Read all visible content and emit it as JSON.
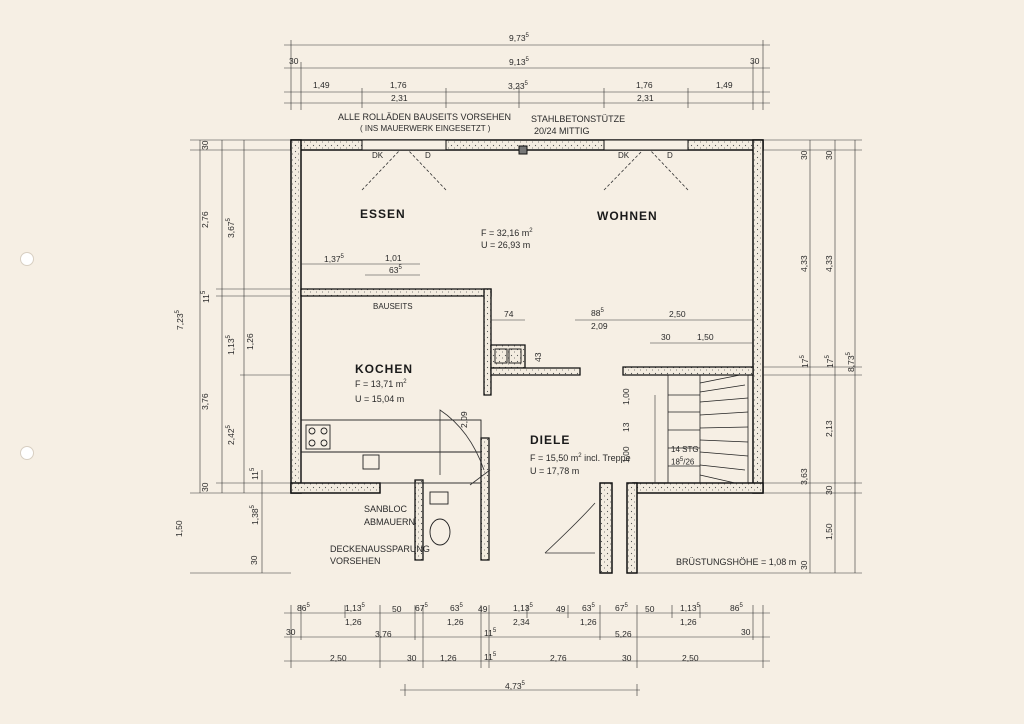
{
  "plan": {
    "rooms": {
      "essen": "ESSEN",
      "wohnen": "WOHNEN",
      "kochen": "KOCHEN",
      "diele": "DIELE"
    },
    "areas": {
      "wohnen_f": "F = 32,16 m",
      "wohnen_u": "U = 26,93 m",
      "kochen_f": "F = 13,71 m",
      "kochen_u": "U = 15,04 m",
      "diele_f": "F = 15,50 m",
      "diele_f_note": "incl. Treppe",
      "diele_u": "U = 17,78 m",
      "superscript_2": "2"
    },
    "notes": {
      "rollaeden_1": "ALLE  ROLLÄDEN BAUSEITS  VORSEHEN",
      "rollaeden_2": "( INS MAUERWERK  EINGESETZT )",
      "stuetze_1": "STAHLBETONSTÜTZE",
      "stuetze_2": "20/24  MITTIG",
      "bauseits": "BAUSEITS",
      "sanbloc_1": "SANBLOC",
      "sanbloc_2": "ABMAUERN",
      "decke_1": "DECKENAUSSPARUNG",
      "decke_2": "VORSEHEN",
      "bruestung": "BRÜSTUNGSHÖHE = 1,08 m",
      "stair_1": "14 STG",
      "stair_2": "18",
      "stair_2b": "5",
      "stair_2c": "/26",
      "dk": "DK",
      "d": "D"
    },
    "dims": {
      "top_total": "9,73",
      "top_total_s": "5",
      "top_inner": "9,13",
      "top_inner_s": "5",
      "t30": "30",
      "t149": "1,49",
      "t176": "1,76",
      "t231": "2,31",
      "t323": "3,23",
      "t323_s": "5",
      "d101": "1,01",
      "d63": "63",
      "d63_s": "5",
      "d137": "1,37",
      "d137_s": "5",
      "d74": "74",
      "d88": "88",
      "d88_s": "5",
      "d209": "2,09",
      "d250": "2,50",
      "d150": "1,50",
      "d43": "43",
      "d100": "1,00",
      "d13": "13",
      "l276": "2,76",
      "l367": "3,67",
      "l367_s": "5",
      "l11": "11",
      "l11_s": "5",
      "l113": "1,13",
      "l113_s": "5",
      "l126": "1,26",
      "l723": "7,23",
      "l723_s": "5",
      "l376": "3,76",
      "l242": "2,42",
      "l242_s": "5",
      "l138": "1,38",
      "l138_s": "5",
      "l150": "1,50",
      "r433": "4,33",
      "r175": "17",
      "r175_s": "5",
      "r873": "8,73",
      "r873_s": "5",
      "r213": "2,13",
      "r363": "3,63",
      "r150": "1,50",
      "b865": "86",
      "b865_s": "5",
      "b113": "1,13",
      "b113_s": "5",
      "b50": "50",
      "b675": "67",
      "b675_s": "5",
      "b635": "63",
      "b635_s": "5",
      "b49": "49",
      "b126": "1,26",
      "b234": "2,34",
      "b376": "3,76",
      "b526": "5,26",
      "b115": "11",
      "b115_s": "5",
      "b250": "2,50",
      "b276": "2,76",
      "b473": "4,73",
      "b473_s": "5"
    }
  }
}
